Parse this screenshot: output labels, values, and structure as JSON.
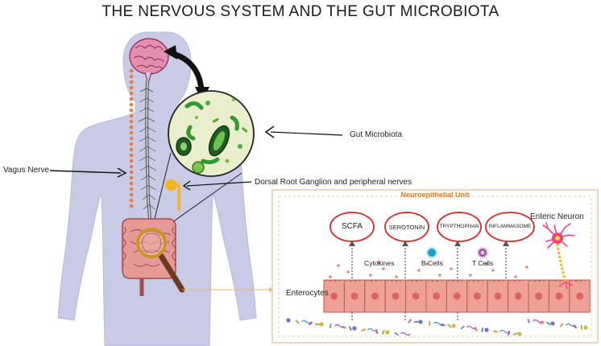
{
  "title": "THE NERVOUS SYSTEM AND THE GUT MICROBIOTA",
  "labels": {
    "gut_microbiota": "Gut Microbiota",
    "vagus_nerve": "Vagus Nerve",
    "dorsal_root": "Dorsal Root Ganglion and peripheral nerves"
  },
  "unit": {
    "title": "Neuroepithelial Unit",
    "ovals": [
      "SCFA",
      "SEROTONIN",
      "TRYPTHOPHAN",
      "INFLAMMASOME"
    ],
    "enteric_neuron": "Enteric Neuron",
    "cytokines": "Cytokines",
    "b_cells": "B Cells",
    "t_cells": "T Cells",
    "enterocytes": "Enterocytes"
  },
  "colors": {
    "body": "#c9cbe6",
    "brain": "#e58fb0",
    "vagus_dots": "#ef7a3a",
    "gut": "#e79a95",
    "microbiota_bg": "#e9efcd",
    "bacteria": "#4caf3c",
    "ganglion": "#f5b41c",
    "oval": "#d62828",
    "unit_border": "#e7c9a4",
    "enterocyte": "#f0a195",
    "neuron": "#ff3d7d"
  }
}
